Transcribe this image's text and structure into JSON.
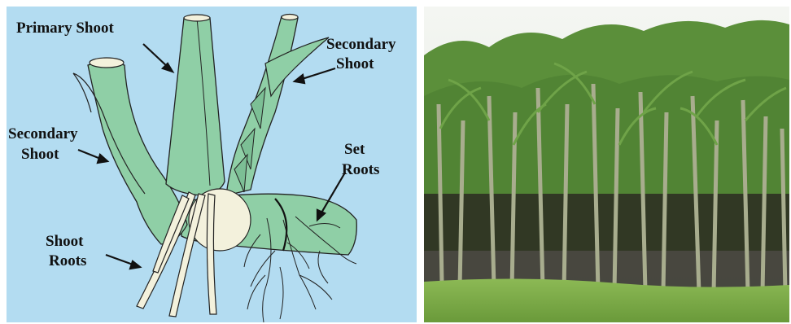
{
  "diagram": {
    "labels": {
      "primary_shoot": "Primary Shoot",
      "secondary_shoot_right_line1": "Secondary",
      "secondary_shoot_right_line2": "Shoot",
      "secondary_shoot_left_line1": "Secondary",
      "secondary_shoot_left_line2": "Shoot",
      "set_roots_line1": "Set",
      "set_roots_line2": "Roots",
      "shoot_roots_line1": "Shoot",
      "shoot_roots_line2": "Roots"
    },
    "colors": {
      "background": "#b3dcf1",
      "shoot_fill": "#8fcfa6",
      "shoot_shade": "#7cbf95",
      "root_fill": "#f3f1dc",
      "outline": "#222222"
    }
  },
  "photo": {
    "colors": {
      "sky": "#eef1ec",
      "foliage": "#5b8f3a",
      "stalk": "#a8ad8e",
      "soil": "#2c2a22",
      "grass": "#7cab45"
    }
  }
}
